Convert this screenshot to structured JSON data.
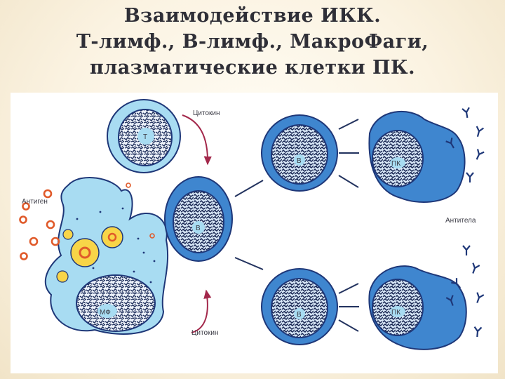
{
  "title": {
    "line1": "Взаимодействие ИКК.",
    "line2": "Т-лимф., В-лимф., МакроФаги,",
    "line3": "плазматические клетки ПК."
  },
  "diagram": {
    "label_cytokine_top": "Цитокин",
    "label_cytokine_bottom": "Цитокин",
    "label_antigen": "Антиген",
    "label_antibodies": "Антитела",
    "t_cell": "Т",
    "b_cell_center": "В",
    "b_cell_top": "В",
    "b_cell_bottom": "В",
    "plasma_top": "ПК",
    "plasma_bottom": "ПК",
    "macrophage": "МФ"
  },
  "colors": {
    "light_blue": "#a8dcf2",
    "dark_blue": "#3f86cf",
    "navy_outline": "#1e3778",
    "nucleus": "#2f4fa0",
    "vacuole_yellow": "#f8d548",
    "antigen_orange": "#e05a2a",
    "arrow_crimson": "#a3284b"
  }
}
